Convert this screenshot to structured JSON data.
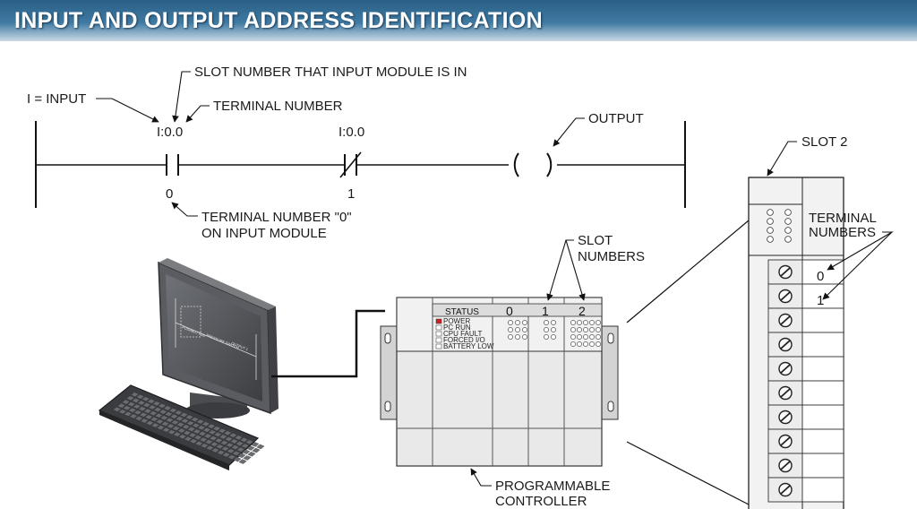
{
  "header": {
    "title": "INPUT AND OUTPUT ADDRESS IDENTIFICATION"
  },
  "ladder": {
    "contact1_address": "I:0.0",
    "contact1_terminal": "0",
    "contact2_address": "I:0.0",
    "contact2_terminal": "1"
  },
  "callouts": {
    "input": "I = INPUT",
    "slot_number": "SLOT NUMBER THAT INPUT MODULE IS IN",
    "terminal_number": "TERMINAL NUMBER",
    "output": "OUTPUT",
    "terminal_zero_line1": "TERMINAL NUMBER \"0\"",
    "terminal_zero_line2": "ON INPUT MODULE",
    "slot_numbers_line1": "SLOT",
    "slot_numbers_line2": "NUMBERS",
    "plc_line1": "PROGRAMMABLE",
    "plc_line2": "CONTROLLER",
    "slot2": "SLOT 2",
    "terminal_numbers_line1": "TERMINAL",
    "terminal_numbers_line2": "NUMBERS"
  },
  "plc": {
    "status_header": "STATUS",
    "slots": [
      "0",
      "1",
      "2"
    ],
    "status_items": [
      "POWER",
      "PC RUN",
      "CPU FAULT",
      "FORCED I/O",
      "BATTERY LOW"
    ]
  },
  "module": {
    "terminal_labels": [
      "0",
      "1"
    ]
  },
  "monitor_screen": {
    "text1": "PUSHBUTTON",
    "text2": "PRESSURE SWITCH",
    "text3": "OUTPUT 1"
  },
  "colors": {
    "header_bg": "#3f7aa3",
    "power_led": "#cc2222",
    "module_face": "#f2f2f2"
  }
}
